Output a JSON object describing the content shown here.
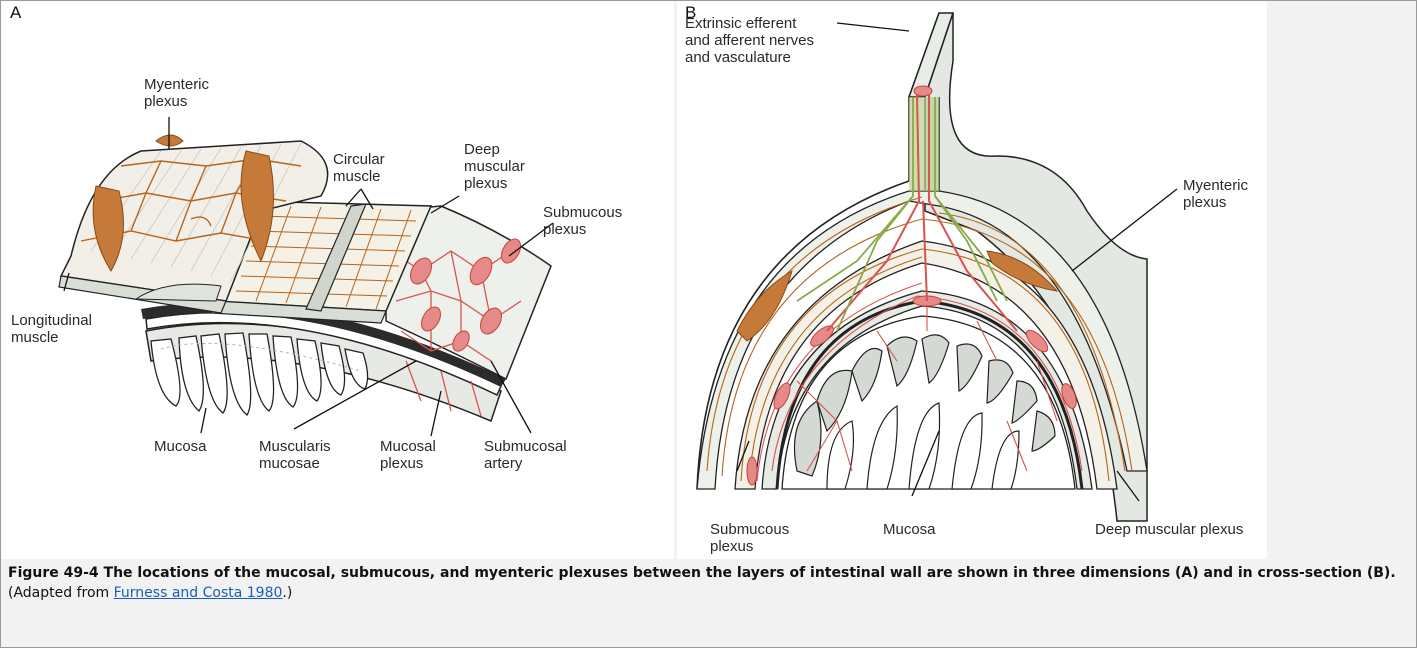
{
  "panel_a": {
    "letter": "A",
    "labels": {
      "myenteric": "Myenteric\nplexus",
      "circular": "Circular\nmuscle",
      "deep": "Deep\nmuscular\nplexus",
      "submucous": "Submucous\nplexus",
      "longitudinal": "Longitudinal\nmuscle",
      "mucosa": "Mucosa",
      "muscularis": "Muscularis\nmucosae",
      "mucosal_plexus": "Mucosal\nplexus",
      "submucosal_artery": "Submucosal\nartery"
    }
  },
  "panel_b": {
    "letter": "B",
    "labels": {
      "extrinsic": "Extrinsic efferent\nand afferent nerves\nand vasculature",
      "myenteric": "Myenteric\nplexus",
      "submucous": "Submucous\nplexus",
      "mucosa": "Mucosa",
      "deep": "Deep muscular plexus"
    }
  },
  "caption": {
    "bold": "Figure 49-4 The locations of the mucosal, submucous, and myenteric plexuses between the layers of intestinal wall are shown in three dimensions (A) and in cross-section (B).",
    "pre_link": " (Adapted from ",
    "link": "Furness and Costa 1980",
    "post_link": ".)"
  },
  "colors": {
    "plexus_brown": "#b5651d",
    "vessel_red": "#d9534f",
    "nerve_green": "#8aaa4a",
    "tissue_gray": "#dfe4de"
  }
}
